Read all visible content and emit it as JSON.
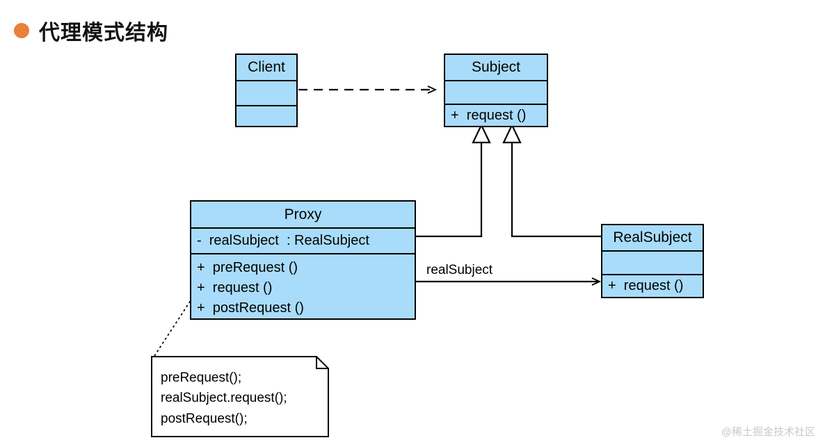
{
  "slide": {
    "title": "代理模式结构",
    "bullet_color": "#E8813A",
    "watermark": "@稀土掘金技术社区"
  },
  "theme": {
    "class_fill": "#A9DCFA",
    "class_stroke": "#000000",
    "note_fill": "#FFFFFF",
    "note_stroke": "#000000",
    "background": "#FFFFFF",
    "watermark_color": "#C9C9C9"
  },
  "diagram": {
    "type": "uml-class-diagram",
    "classes": [
      {
        "id": "client",
        "name": "Client",
        "attributes": [],
        "operations": []
      },
      {
        "id": "subject",
        "name": "Subject",
        "attributes": [],
        "operations": [
          "+  request ()"
        ]
      },
      {
        "id": "proxy",
        "name": "Proxy",
        "attributes": [
          "-  realSubject  : RealSubject"
        ],
        "operations": [
          "+  preRequest ()",
          "+  request ()",
          "+  postRequest ()"
        ]
      },
      {
        "id": "realsubject",
        "name": "RealSubject",
        "attributes": [],
        "operations": [
          "+  request ()"
        ]
      }
    ],
    "relationships": [
      {
        "id": "client-subject",
        "kind": "dependency",
        "style": "dashed-open-arrow",
        "from": "client",
        "to": "subject",
        "label": ""
      },
      {
        "id": "proxy-subject",
        "kind": "generalization",
        "style": "solid-hollow-triangle",
        "from": "proxy",
        "to": "subject",
        "label": ""
      },
      {
        "id": "realsubject-subject",
        "kind": "generalization",
        "style": "solid-hollow-triangle",
        "from": "realsubject",
        "to": "subject",
        "label": ""
      },
      {
        "id": "proxy-realsubject",
        "kind": "association",
        "style": "solid-open-arrow",
        "from": "proxy",
        "to": "realsubject",
        "label": "realSubject"
      },
      {
        "id": "proxy-note",
        "kind": "note-anchor",
        "style": "dotted",
        "from": "note",
        "to": "proxy",
        "label": ""
      }
    ],
    "note": {
      "id": "note",
      "lines": [
        "preRequest();",
        "realSubject.request();",
        "postRequest();"
      ]
    }
  }
}
